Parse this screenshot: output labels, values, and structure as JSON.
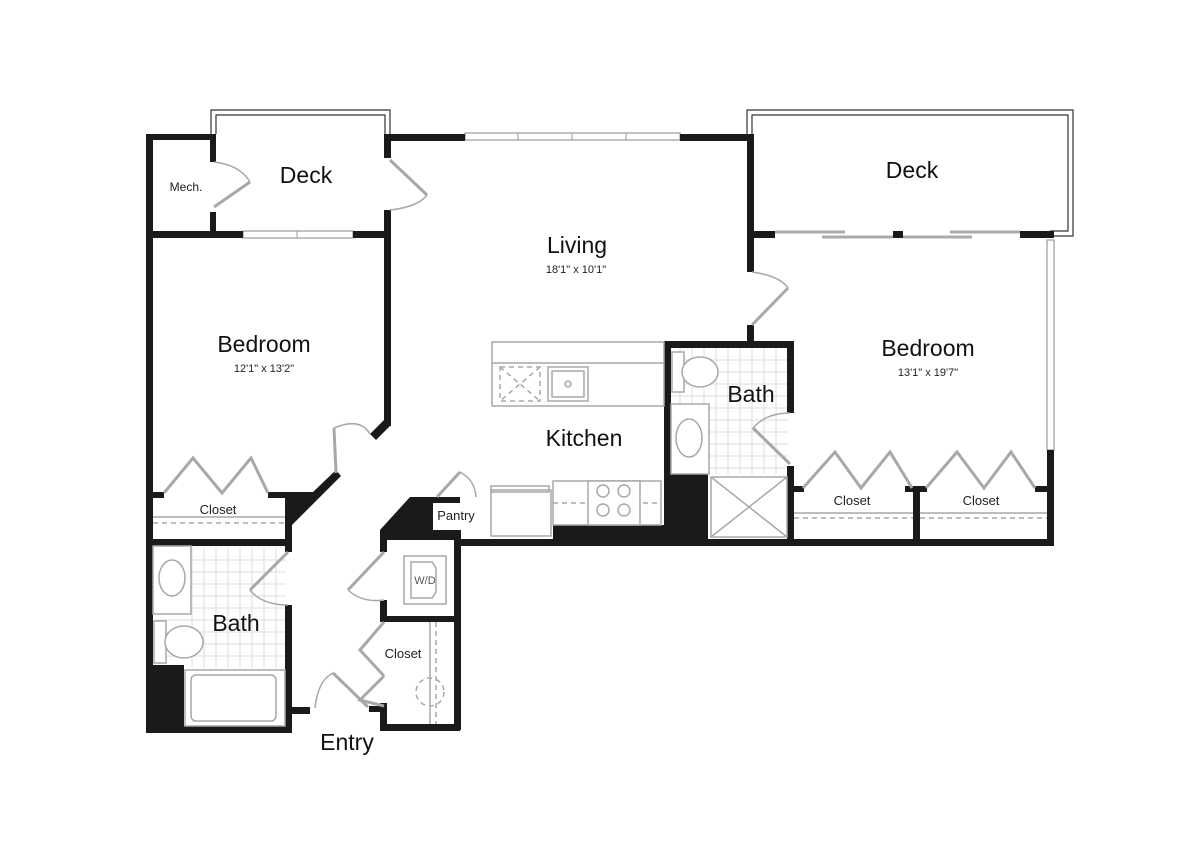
{
  "floorplan": {
    "rooms": {
      "deck_left": {
        "label": "Deck"
      },
      "mech": {
        "label": "Mech."
      },
      "living": {
        "label": "Living",
        "dimensions": "18'1\" x 10'1\""
      },
      "deck_right": {
        "label": "Deck"
      },
      "bedroom_left": {
        "label": "Bedroom",
        "dimensions": "12'1\" x 13'2\""
      },
      "bedroom_right": {
        "label": "Bedroom",
        "dimensions": "13'1\" x 19'7\""
      },
      "kitchen": {
        "label": "Kitchen"
      },
      "bath_center": {
        "label": "Bath"
      },
      "bath_left": {
        "label": "Bath"
      },
      "closet_bedroom_left": {
        "label": "Closet"
      },
      "closet_right_1": {
        "label": "Closet"
      },
      "closet_right_2": {
        "label": "Closet"
      },
      "closet_entry": {
        "label": "Closet"
      },
      "pantry": {
        "label": "Pantry"
      },
      "washer_dryer": {
        "label": "W/D"
      },
      "entry": {
        "label": "Entry"
      }
    },
    "colors": {
      "wall": "#1a1a1a",
      "fixture": "#a8a8a8",
      "background": "#ffffff"
    }
  }
}
